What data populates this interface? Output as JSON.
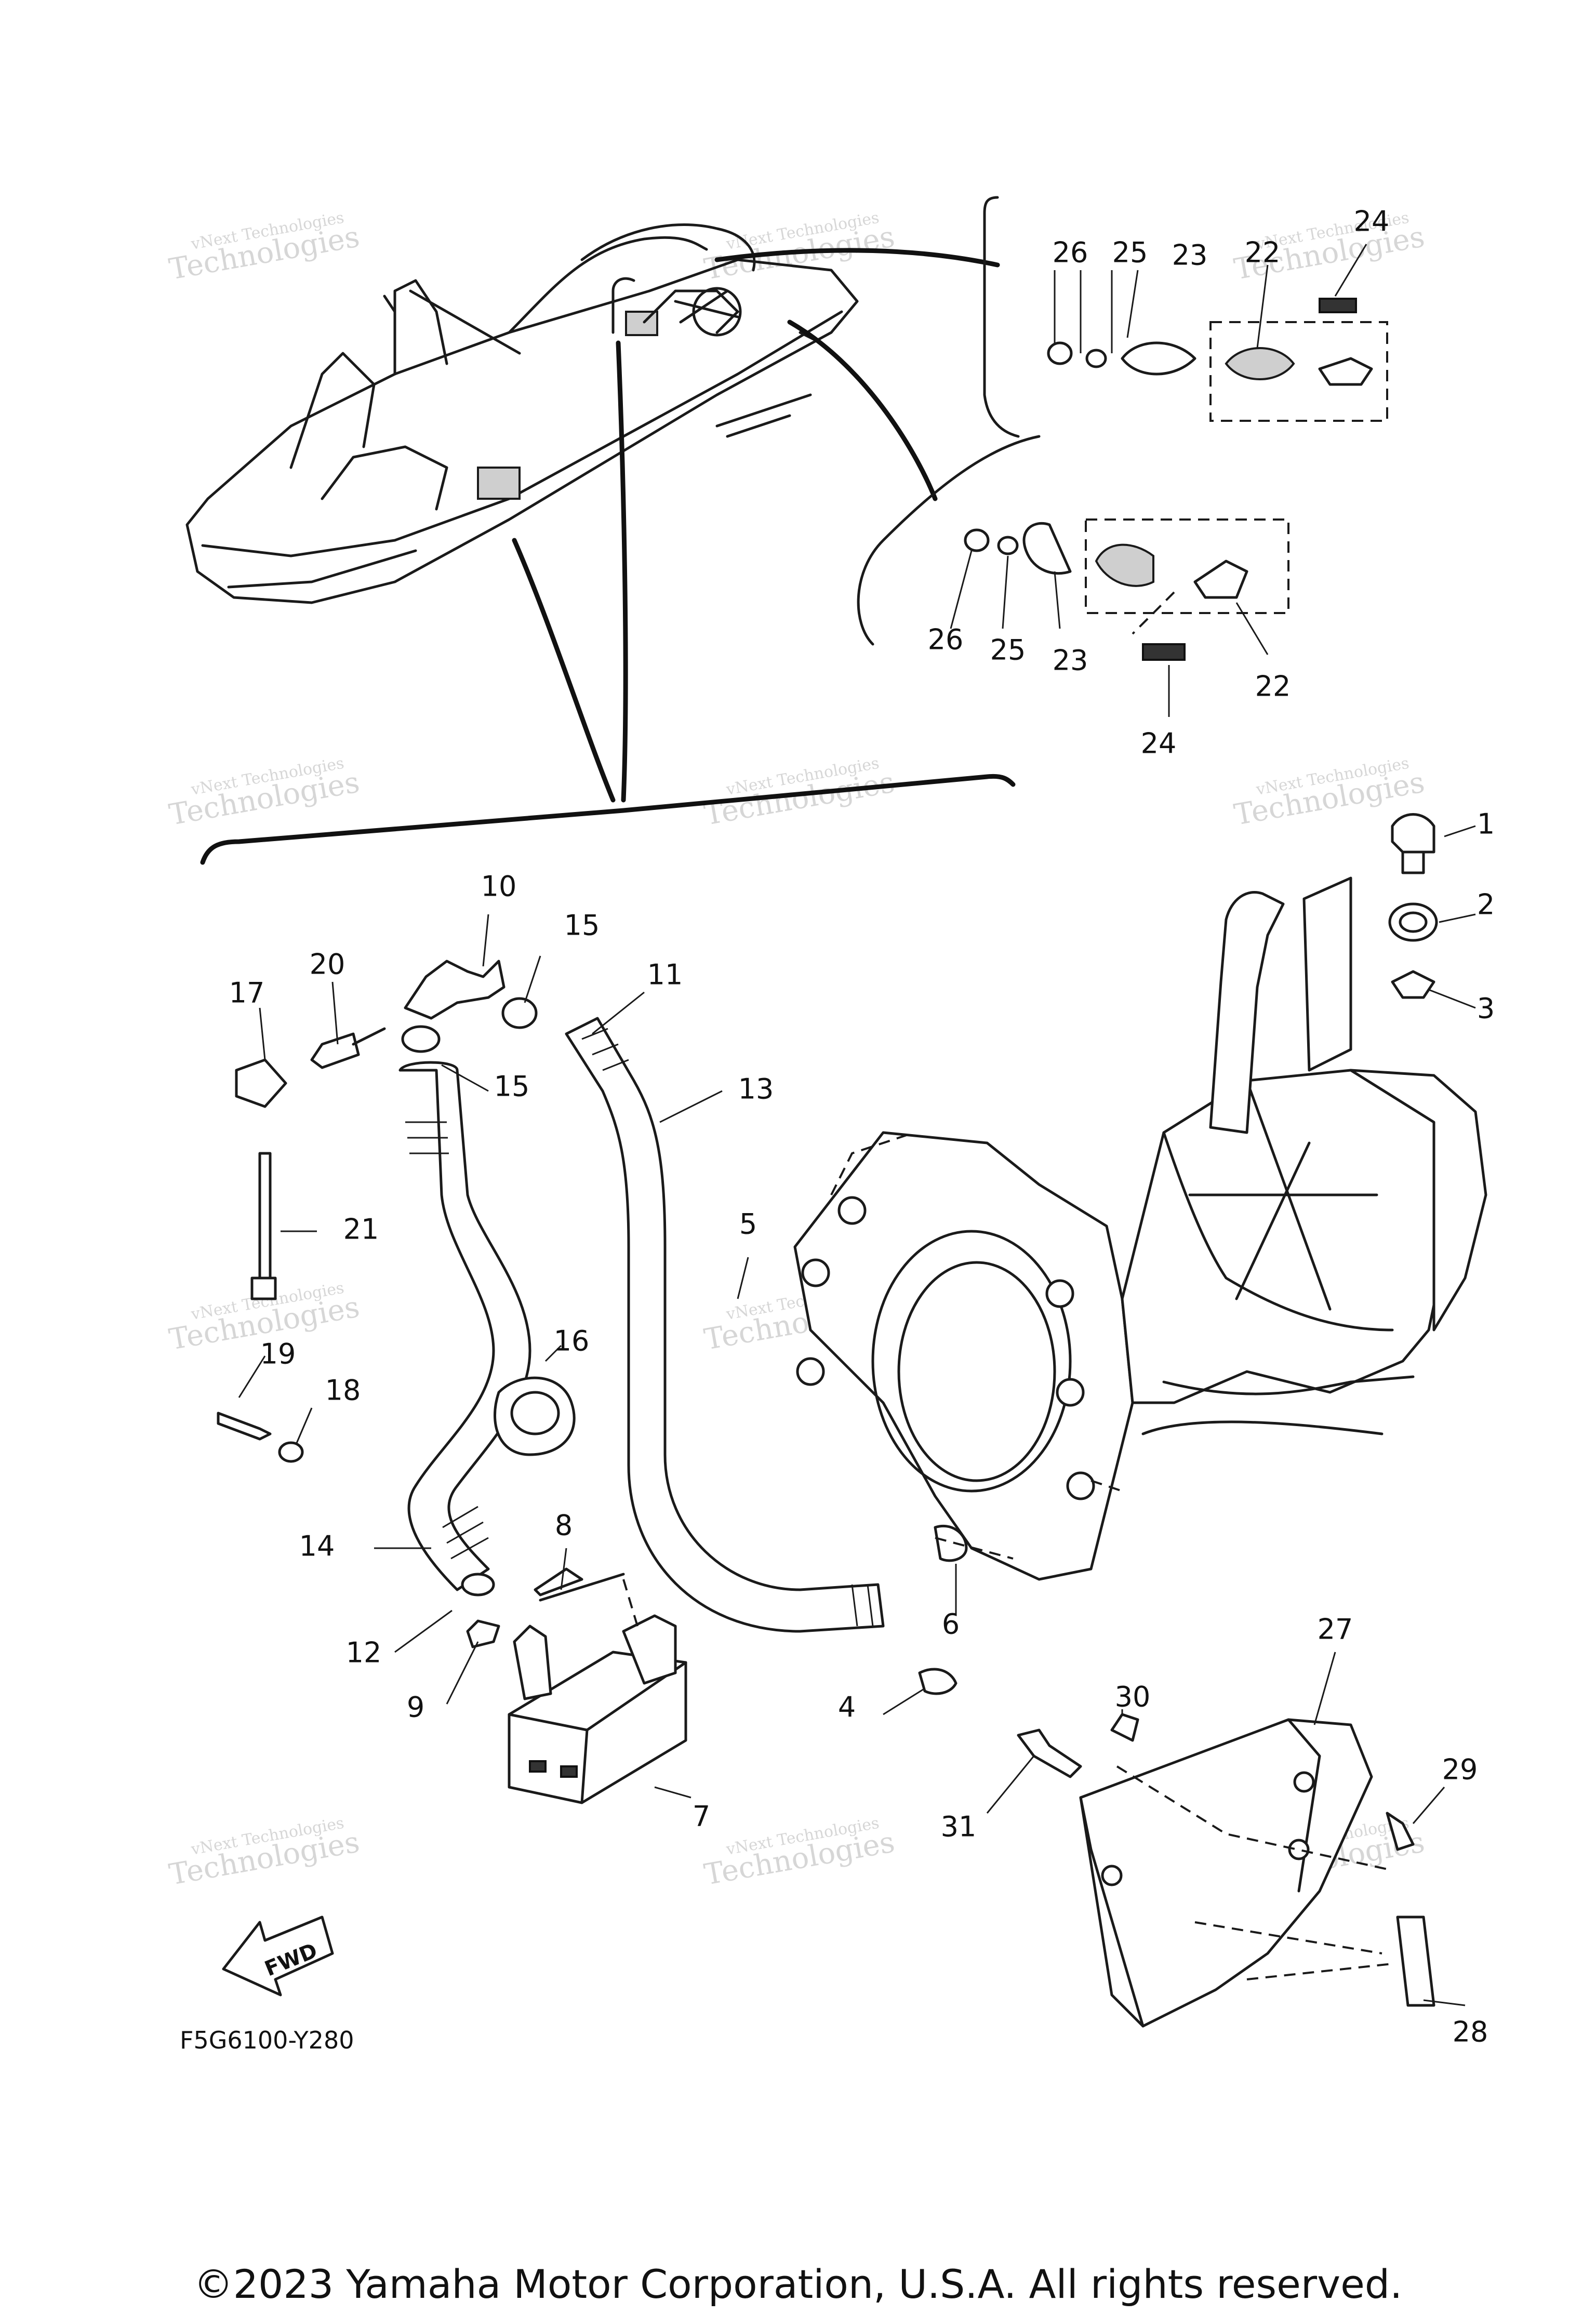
{
  "figure_code": "F5G6100-Y280",
  "copyright": "©2023 Yamaha Motor Corporation, U.S.A. All rights reserved.",
  "fwd_label": "FWD",
  "watermark": {
    "line1": "vNext Technologies",
    "line2": "Technologies"
  },
  "callouts": {
    "c1": "1",
    "c2": "2",
    "c3": "3",
    "c4": "4",
    "c5": "5",
    "c6": "6",
    "c7": "7",
    "c8": "8",
    "c9": "9",
    "c10": "10",
    "c11": "11",
    "c12": "12",
    "c13": "13",
    "c14": "14",
    "c15a": "15",
    "c15b": "15",
    "c16": "16",
    "c17": "17",
    "c18": "18",
    "c19": "19",
    "c20": "20",
    "c21": "21",
    "c22a": "22",
    "c22b": "22",
    "c23a": "23",
    "c23b": "23",
    "c24a": "24",
    "c24b": "24",
    "c25a": "25",
    "c25b": "25",
    "c26a": "26",
    "c26b": "26",
    "c27": "27",
    "c28": "28",
    "c29": "29",
    "c30": "30",
    "c31": "31"
  }
}
